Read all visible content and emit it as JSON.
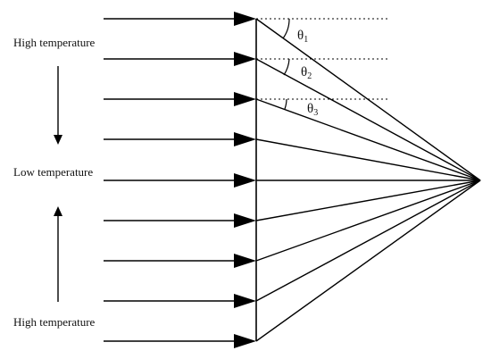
{
  "labels": {
    "top_high": "High temperature",
    "middle_low": "Low temperature",
    "bottom_high": "High temperature"
  },
  "angles": [
    {
      "symbol": "θ",
      "subscript": "1"
    },
    {
      "symbol": "θ",
      "subscript": "2"
    },
    {
      "symbol": "θ",
      "subscript": "3"
    }
  ],
  "incoming_ray_count": 9
}
